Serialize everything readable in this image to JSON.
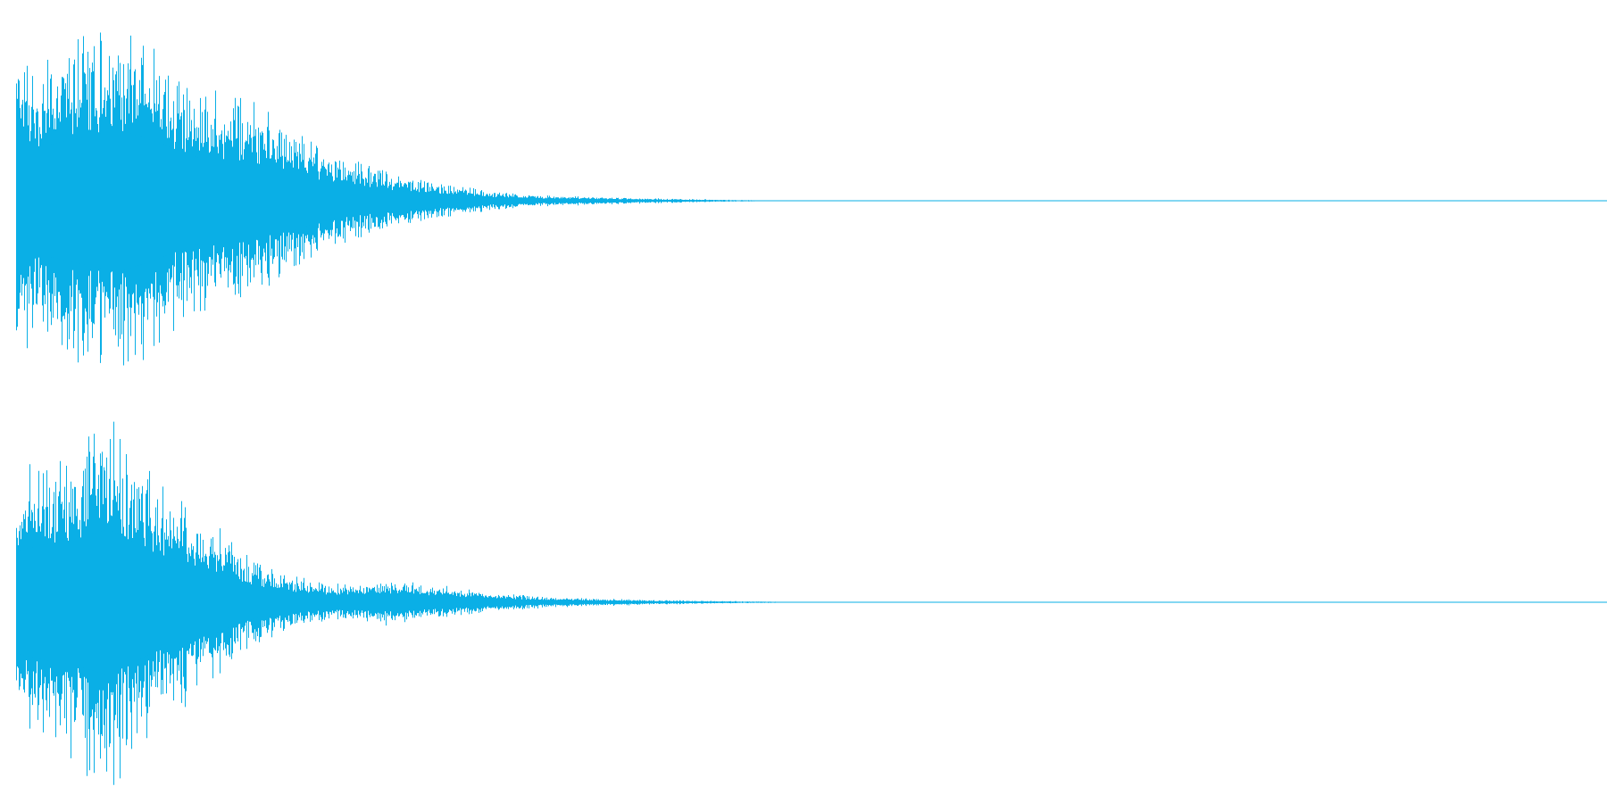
{
  "waveform": {
    "color": "#0AAFE6",
    "background": "#FFFFFF",
    "channels": [
      {
        "name": "",
        "peak_envelope": [
          0.98,
          0.75,
          1.0,
          0.85,
          0.6,
          0.58,
          0.5,
          0.42,
          0.3,
          0.22,
          0.14,
          0.09,
          0.05,
          0.03,
          0.018,
          0.008,
          0.0
        ],
        "envelope_time_fraction": [
          0.0,
          0.013,
          0.064,
          0.085,
          0.115,
          0.138,
          0.155,
          0.175,
          0.19,
          0.21,
          0.24,
          0.27,
          0.3,
          0.33,
          0.38,
          0.43,
          0.485
        ]
      },
      {
        "name": "",
        "peak_envelope": [
          0.7,
          0.8,
          0.85,
          1.0,
          0.7,
          0.55,
          0.42,
          0.22,
          0.14,
          0.1,
          0.12,
          0.09,
          0.05,
          0.03,
          0.012,
          0.005,
          0.0
        ],
        "envelope_time_fraction": [
          0.0,
          0.02,
          0.035,
          0.058,
          0.085,
          0.105,
          0.125,
          0.15,
          0.175,
          0.2,
          0.235,
          0.265,
          0.3,
          0.33,
          0.4,
          0.46,
          0.51
        ]
      }
    ]
  }
}
